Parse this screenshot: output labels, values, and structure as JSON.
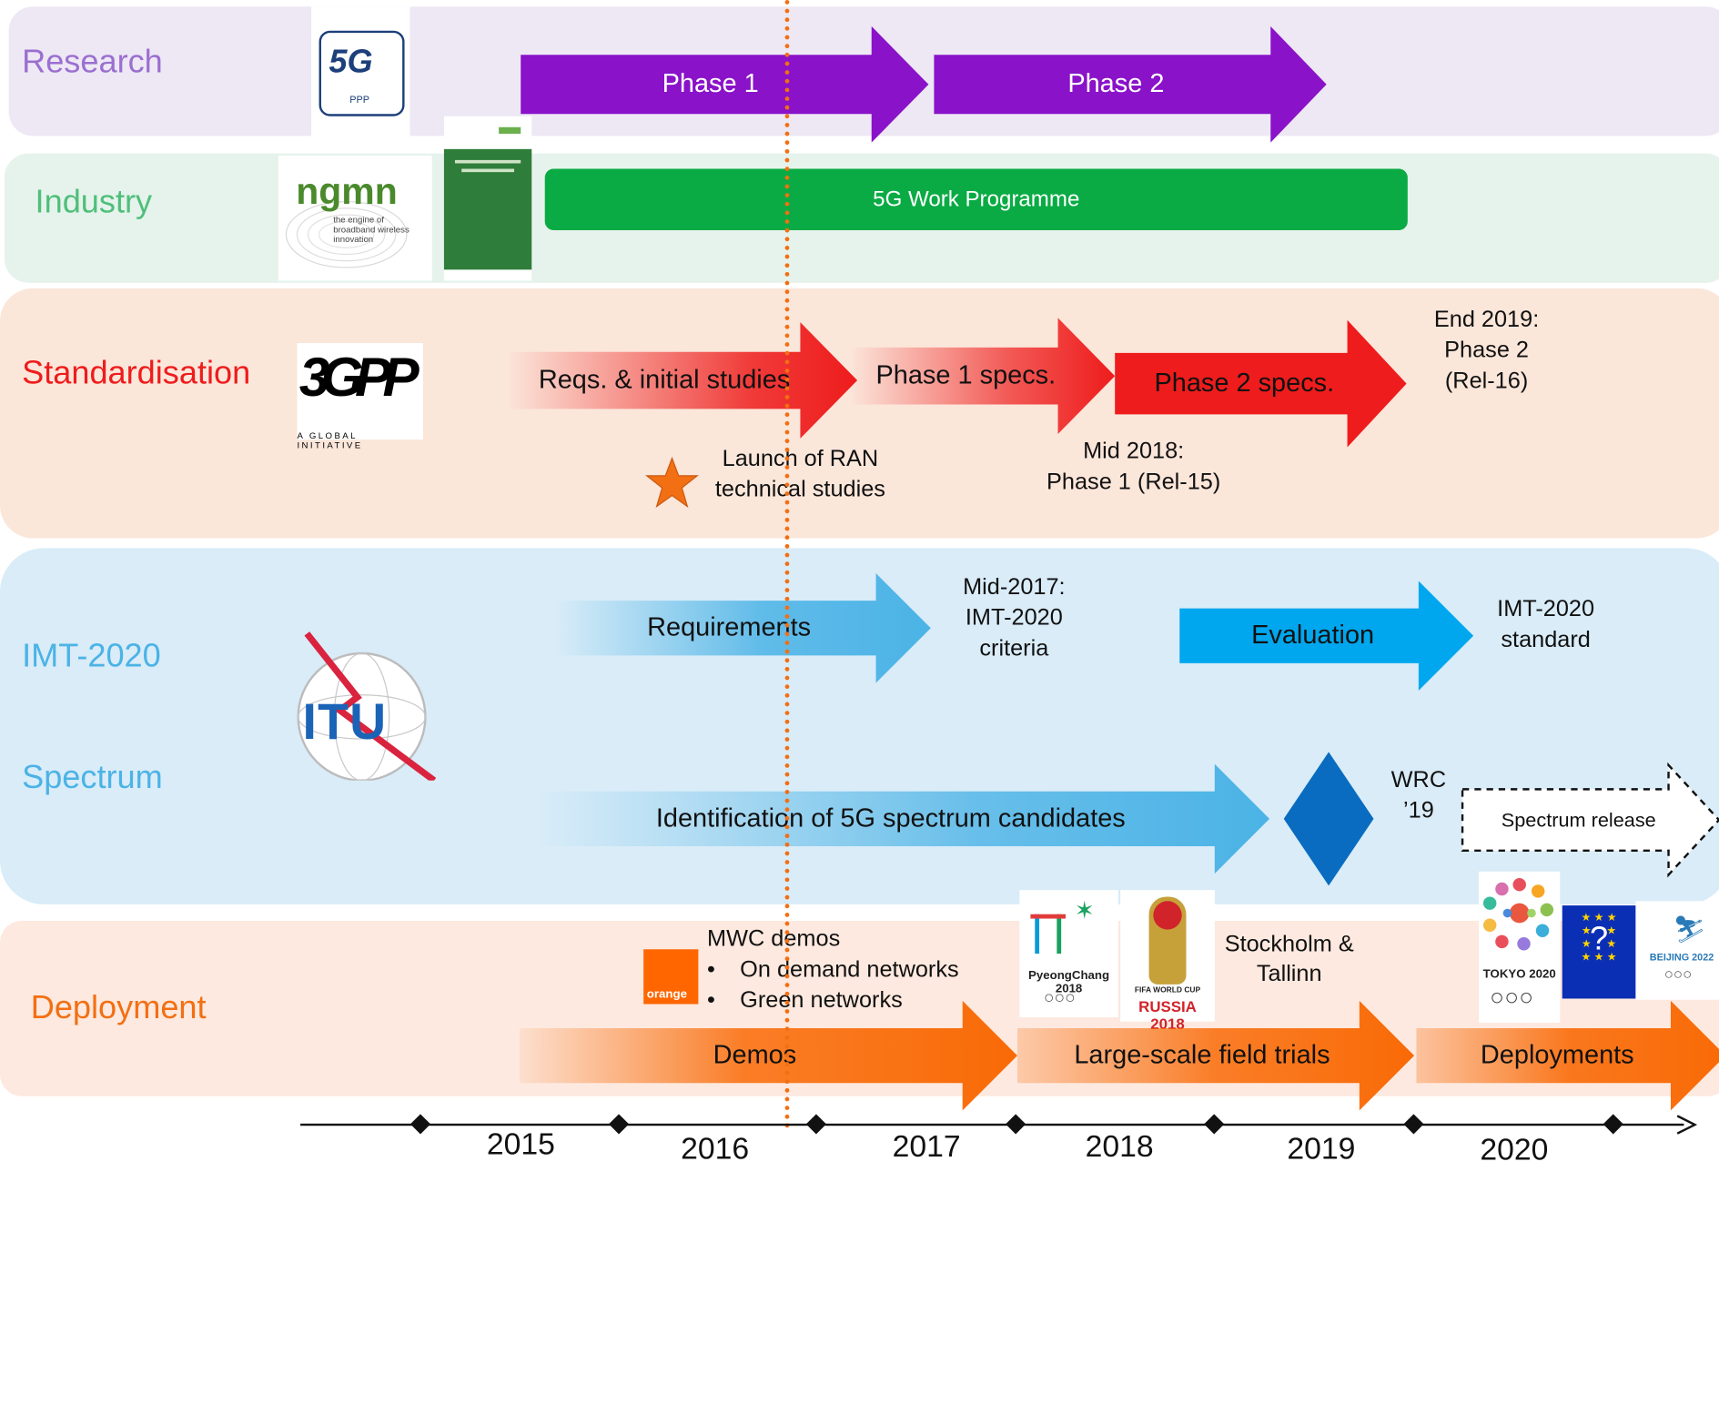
{
  "rows": {
    "research": "Research",
    "industry": "Industry",
    "standardisation": "Standardisation",
    "imt": "IMT-2020",
    "spectrum": "Spectrum",
    "deployment": "Deployment"
  },
  "research": {
    "phase1": "Phase 1",
    "phase2": "Phase 2",
    "logo_5g": "5G",
    "logo_ppp": "PPP"
  },
  "industry": {
    "work_programme": "5G Work Programme",
    "ngmn_logo": "ngmn",
    "ngmn_tagline": "the engine of broadband wireless innovation"
  },
  "standardisation": {
    "reqs": "Reqs. & initial studies",
    "phase1_specs": "Phase 1 specs.",
    "phase2_specs": "Phase 2 specs.",
    "end2019": [
      "End 2019:",
      "Phase 2",
      "(Rel-16)"
    ],
    "mid2018": [
      "Mid 2018:",
      "Phase 1 (Rel-15)"
    ],
    "launch": [
      "Launch of RAN",
      "technical studies"
    ],
    "logo_3gpp": "3GPP",
    "logo_3gpp_sub": "A GLOBAL INITIATIVE"
  },
  "imt": {
    "requirements": "Requirements",
    "mid2017": [
      "Mid-2017:",
      "IMT-2020",
      "criteria"
    ],
    "evaluation": "Evaluation",
    "standard": [
      "IMT-2020",
      "standard"
    ],
    "logo_itu": "ITU"
  },
  "spectrum": {
    "identification": "Identification of 5G spectrum candidates",
    "wrc": [
      "WRC",
      "’19"
    ],
    "release": "Spectrum release"
  },
  "deployment": {
    "mwc_title": "MWC demos",
    "mwc_items": [
      "On demand networks",
      "Green networks"
    ],
    "orange_logo": "orange",
    "demos": "Demos",
    "trials": "Large-scale field trials",
    "deployments": "Deployments",
    "stockholm": [
      "Stockholm &",
      "Tallinn"
    ],
    "pyeongchang": "PyeongChang 2018",
    "russia": "RUSSIA 2018",
    "russia_sub": "FIFA WORLD CUP",
    "tokyo": "TOKYO 2020",
    "eu_mark": "?",
    "beijing": "BEIJING 2022"
  },
  "timeline": {
    "years": [
      "2015",
      "2016",
      "2017",
      "2018",
      "2019",
      "2020"
    ]
  },
  "colors": {
    "research_bg": "#ede8f4",
    "research_text": "#9b6fd0",
    "research_arrow": "#8a12c9",
    "industry_bg": "#e6f3ec",
    "industry_text": "#4fbf7a",
    "industry_bar": "#0aab44",
    "std_bg": "#fbe6da",
    "std_text": "#ee1c1c",
    "std_arrow": "#ee1c1c",
    "imt_bg": "#d9ecf8",
    "imt_text": "#4bb3e6",
    "imt_arrow": "#4bb3e6",
    "imt_eval": "#00a7ee",
    "wrc_diamond": "#0a6cc0",
    "dep_bg": "#fde9df",
    "dep_text": "#f36f13",
    "dep_arrow": "#f96a06",
    "marker": "#f36f13"
  }
}
